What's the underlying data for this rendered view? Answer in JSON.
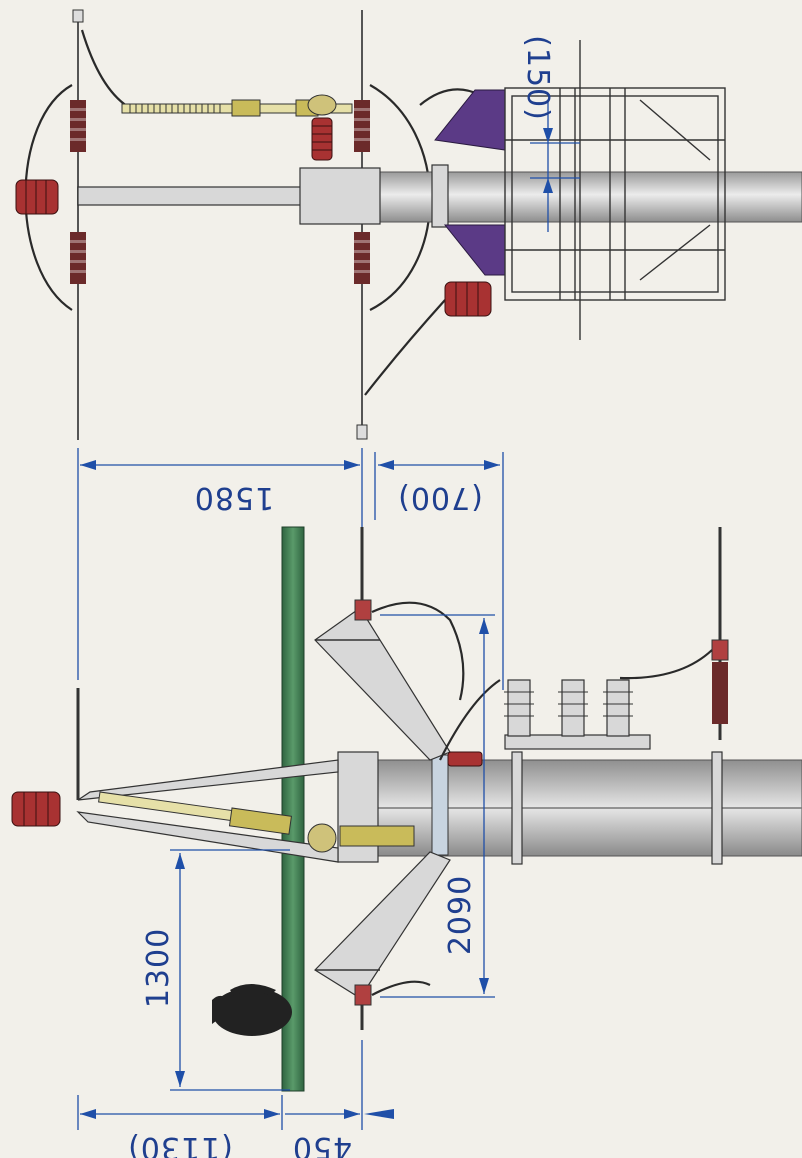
{
  "dimensions": {
    "d150": "(150)",
    "d1580": "1580",
    "d700": "(700)",
    "d2090": "2090",
    "d1300": "1300",
    "d1130": "(1130)",
    "d450": "450"
  },
  "colors": {
    "dimension": "#1f4fa8",
    "insulator_red": "#c23a3a",
    "bracket_purple": "#5b3a86",
    "guard_green": "#3f7a52",
    "pole_grey": "#bfbfbf"
  },
  "icons": {
    "bird": "bird-silhouette-icon"
  }
}
